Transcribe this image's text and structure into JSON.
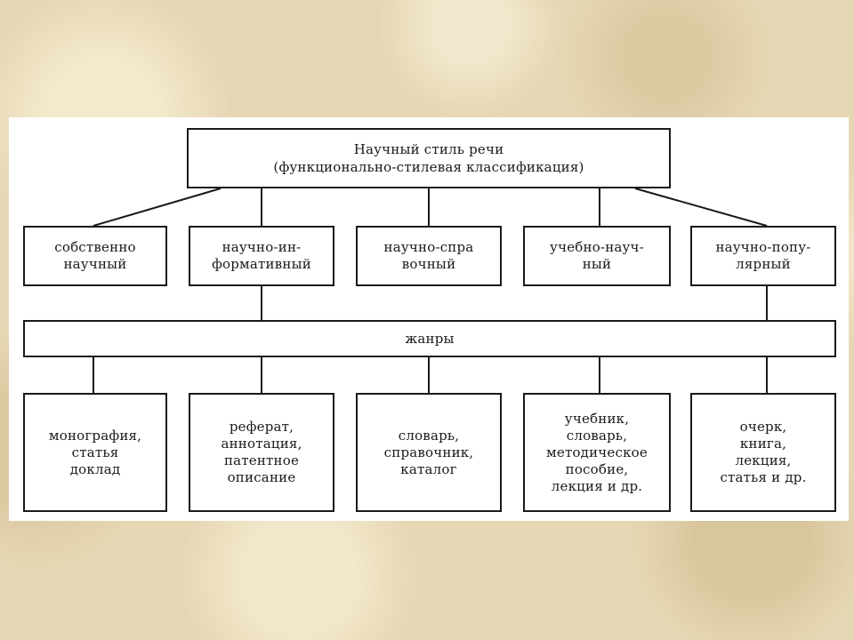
{
  "diagram": {
    "root": "Научный стиль речи\n(функционально-стилевая классификация)",
    "substyles": [
      "собственно\nнаучный",
      "научно-ин-\nформативный",
      "научно-спра\nвочный",
      "учебно-науч-\nный",
      "научно-попу-\nлярный"
    ],
    "genres_bar": "жанры",
    "genres": [
      "монография,\nстатья\nдоклад",
      "реферат,\nаннотация,\nпатентное\nописание",
      "словарь,\nсправочник,\nкаталог",
      "учебник,\nсловарь,\nметодическое\nпособие,\nлекция и др.",
      "очерк,\nкнига,\nлекция,\nстатья и др."
    ]
  },
  "colors": {
    "background": "#e6d7b4",
    "panel": "#ffffff",
    "ink": "#1a1a1a"
  }
}
